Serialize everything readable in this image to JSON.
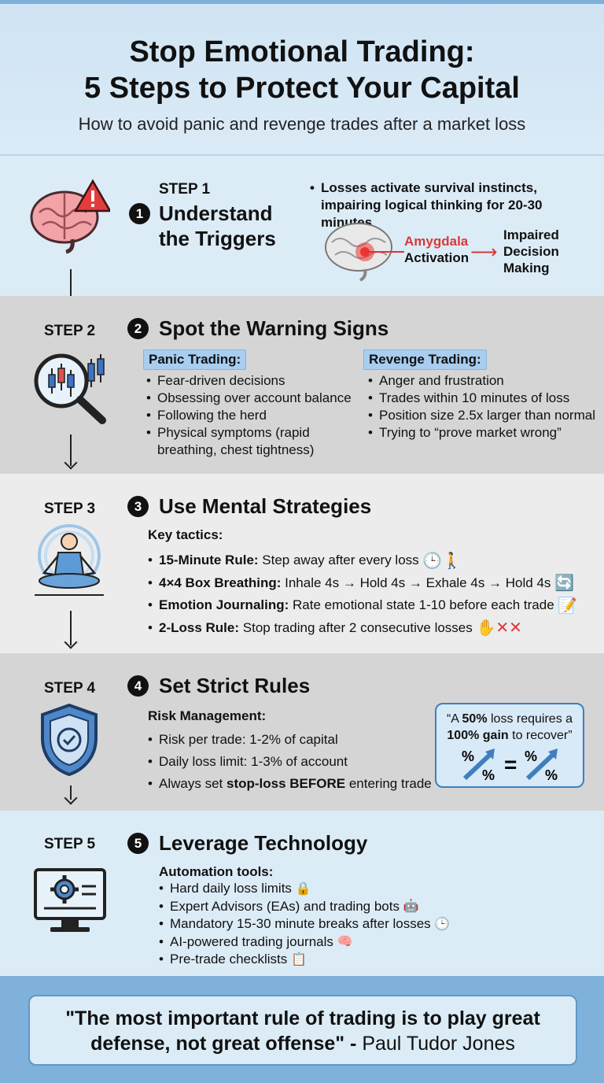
{
  "header": {
    "title_line1": "Stop Emotional Trading:",
    "title_line2": "5 Steps to Protect Your Capital",
    "subtitle": "How to avoid panic and revenge trades after a market loss"
  },
  "step1": {
    "label": "STEP 1",
    "num": "1",
    "title_line1": "Understand",
    "title_line2": "the Triggers",
    "bullet": "Losses activate survival instincts, impairing logical thinking for 20-30 minutes",
    "amygdala": "Amygdala",
    "activation": "Activation",
    "impaired_line1": "Impaired",
    "impaired_line2": "Decision",
    "impaired_line3": "Making"
  },
  "step2": {
    "label": "STEP 2",
    "num": "2",
    "title": "Spot the Warning Signs",
    "panic_title": "Panic Trading:",
    "panic": [
      "Fear-driven decisions",
      "Obsessing over account balance",
      "Following the herd",
      "Physical symptoms (rapid breathing, chest tightness)"
    ],
    "revenge_title": "Revenge Trading:",
    "revenge": [
      "Anger and frustration",
      "Trades within 10 minutes of loss",
      "Position size 2.5x larger than normal",
      "Trying to “prove market wrong”"
    ]
  },
  "step3": {
    "label": "STEP 3",
    "num": "3",
    "title": "Use Mental Strategies",
    "key": "Key tactics:",
    "tactics": [
      {
        "b": "15-Minute Rule:",
        "t": " Step away after every loss"
      },
      {
        "b": "4×4 Box Breathing:",
        "t": " Inhale 4s → Hold 4s → Exhale 4s → Hold 4s"
      },
      {
        "b": "Emotion Journaling:",
        "t": " Rate emotional state 1-10 before each trade"
      },
      {
        "b": "2-Loss Rule:",
        "t": " Stop trading after 2 consecutive losses"
      }
    ]
  },
  "step4": {
    "label": "STEP 4",
    "num": "4",
    "title": "Set Strict Rules",
    "sub": "Risk Management:",
    "rule1": "Risk per trade: 1-2% of capital",
    "rule2": "Daily loss limit: 1-3% of account",
    "rule3_a": "Always set ",
    "rule3_b": "stop-loss BEFORE",
    "rule3_c": " entering trade",
    "callout_a": "“A ",
    "callout_b": "50%",
    "callout_c": " loss requires a",
    "callout_d": "100% gain",
    "callout_e": " to recover”"
  },
  "step5": {
    "label": "STEP 5",
    "num": "5",
    "title": "Leverage Technology",
    "sub": "Automation tools:",
    "tools": [
      "Hard daily loss limits",
      "Expert Advisors (EAs) and trading bots",
      "Mandatory 15-30 minute breaks after losses",
      "AI-powered trading journals",
      "Pre-trade checklists"
    ]
  },
  "footer": {
    "quote_bold_1": "\"The most important rule of trading is to play great",
    "quote_bold_2": "defense, not great offense\" - ",
    "quote_author": "Paul Tudor Jones"
  },
  "colors": {
    "accent": "#7fb1da",
    "tag": "#a8cdee",
    "red": "#d63a3a"
  }
}
